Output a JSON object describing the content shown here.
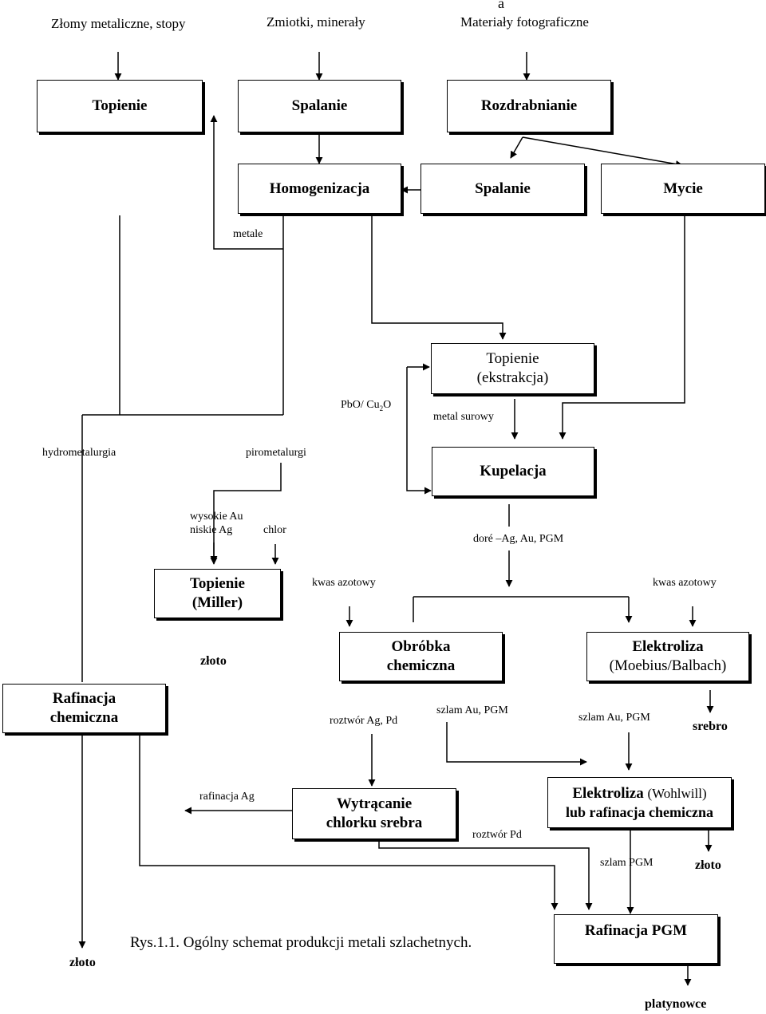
{
  "sources": {
    "scrap": "Złomy metaliczne, stopy",
    "sweepings": "Zmiotki, minerały",
    "photo": "Materiały fotograficzne",
    "photo_mark": "a"
  },
  "boxes": {
    "topienie": "Topienie",
    "spalanie_1": "Spalanie",
    "rozdrabnianie": "Rozdrabnianie",
    "homogenizacja": "Homogenizacja",
    "spalanie_2": "Spalanie",
    "mycie": "Mycie",
    "topienie_ekstrakcja_1": "Topienie",
    "topienie_ekstrakcja_2": "(ekstrakcja)",
    "kupelacja": "Kupelacja",
    "topienie_miller_1": "Topienie",
    "topienie_miller_2": "(Miller)",
    "obrobka_1": "Obróbka",
    "obrobka_2": "chemiczna",
    "elektroliza_mb_1": "Elektroliza",
    "elektroliza_mb_2": "(Moebius/Balbach)",
    "rafinacja_1": "Rafinacja",
    "rafinacja_2": "chemiczna",
    "wytracanie_1": "Wytrącanie",
    "wytracanie_2": "chlorku srebra",
    "elektroliza_w_bold": "Elektroliza",
    "elektroliza_w_normal": "(Wohlwill)",
    "elektroliza_w_2": "lub rafinacja chemiczna",
    "rafinacja_pgm": "Rafinacja PGM"
  },
  "labels": {
    "metale": "metale",
    "pbo_prefix": "PbO/ Cu",
    "pbo_sub": "2",
    "pbo_suffix": "O",
    "metal_surowy": "metal surowy",
    "hydrometalurgia": "hydrometalurgia",
    "pirometalurgi": "pirometalurgi",
    "wysokie_au": "wysokie Au",
    "niskie_ag": "niskie Ag",
    "chlor": "chlor",
    "dore": "doré –Ag, Au, PGM",
    "kwas_azotowy_1": "kwas azotowy",
    "kwas_azotowy_2": "kwas azotowy",
    "roztwor_ag_pd": "roztwór Ag, Pd",
    "szlam_au_pgm_1": "szlam Au, PGM",
    "szlam_au_pgm_2": "szlam Au, PGM",
    "rafinacja_ag": "rafinacja Ag",
    "roztwor_pd": "roztwór Pd",
    "szlam_pgm": "szlam PGM"
  },
  "outputs": {
    "zloto_miller": "złoto",
    "srebro": "srebro",
    "zloto_wohlwill": "złoto",
    "zloto_left": "złoto",
    "platynowce": "platynowce"
  },
  "caption": "Rys.1.1. Ogólny schemat produkcji metali szlachetnych."
}
